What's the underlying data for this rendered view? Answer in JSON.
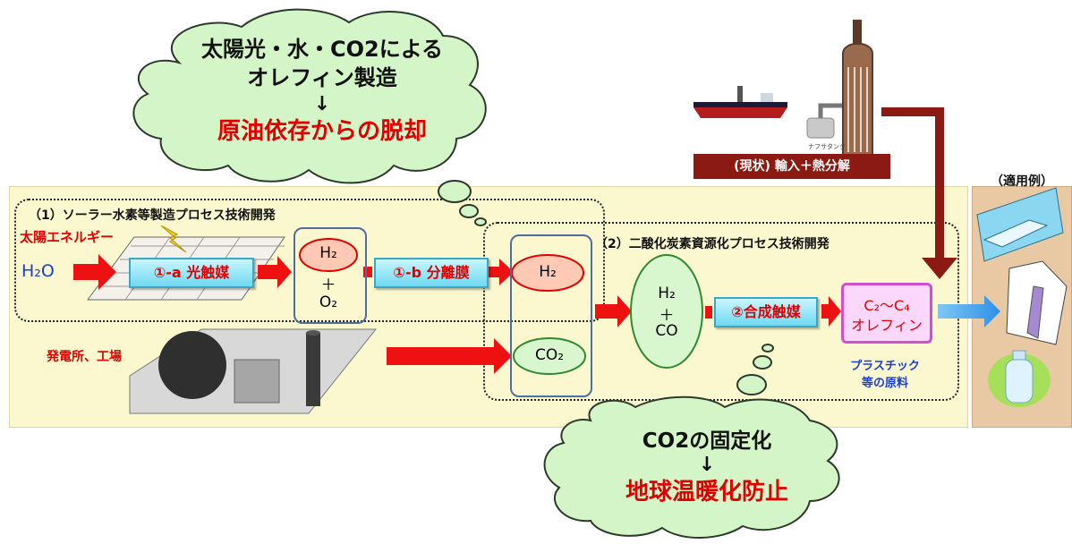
{
  "top_cloud": {
    "line1": "太陽光・水・CO2による",
    "line2": "オレフィン製造",
    "arrow": "↓",
    "line3": "原油依存からの脱却"
  },
  "bottom_cloud": {
    "line1": "CO2の固定化",
    "arrow": "↓",
    "line2": "地球温暖化防止"
  },
  "current_status": "(現状) 輸入＋熱分解",
  "application_label": "（適用例）",
  "section1_title": "（1）ソーラー水素等製造プロセス技術開発",
  "section2_title": "（2）二酸化炭素資源化プロセス技術開発",
  "solar_energy": "太陽エネルギー",
  "h2o_label": "H₂O",
  "photocatalyst": "①-a 光触媒",
  "membrane": "①-b 分離膜",
  "synthesis": "②合成触媒",
  "h2_o2": {
    "h2": "H₂",
    "plus": "＋",
    "o2": "O₂"
  },
  "separated": {
    "h2": "H₂",
    "co2": "CO₂"
  },
  "syngas": {
    "h2": "H₂",
    "plus": "＋",
    "co": "CO"
  },
  "olefin": {
    "formula": "C₂～C₄",
    "name": "オレフィン"
  },
  "plant_label": "発電所、工場",
  "plastic": {
    "line1": "プラスチック",
    "line2": "等の原料"
  },
  "naphtha_tank_label": "ナフサタンク",
  "colors": {
    "red": "#e00000",
    "yellow_bg": "#fbf8cf",
    "cloud": "#d4f5c8",
    "magenta": "#d24fd1"
  }
}
